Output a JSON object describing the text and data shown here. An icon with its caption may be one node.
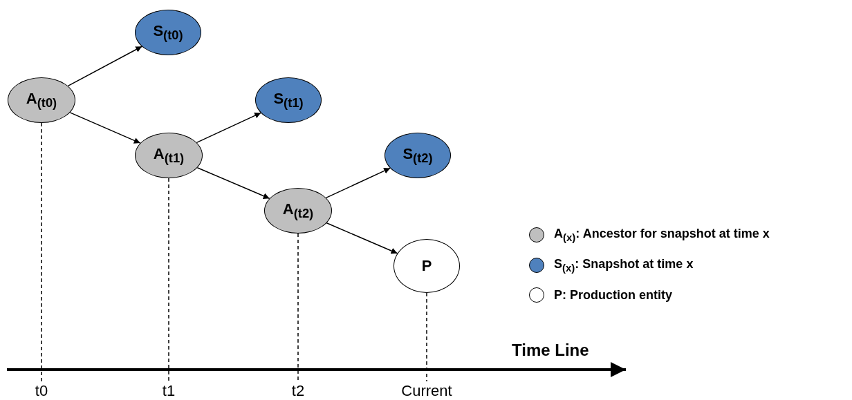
{
  "diagram": {
    "nodes": [
      {
        "text": [
          "A$_{(t0)}$"
        ]
      },
      {
        "text": [
          "S$_{(t0)}$"
        ]
      },
      {
        "text": [
          "A$_{(t1)}$"
        ]
      },
      {
        "text": [
          "S$_{(t1)}$"
        ]
      },
      {
        "text": [
          "A$_{(t2)}$"
        ]
      },
      {
        "text": [
          "S$_{(t2)}$"
        ]
      },
      {
        "text": [
          "P"
        ]
      },
      {
        "text": [
          "t0"
        ]
      },
      {
        "text": [
          "t1"
        ]
      },
      {
        "text": [
          "t2"
        ]
      },
      {
        "text": [
          "Current"
        ]
      }
    ],
    "edges": [
      {
        "from": 0,
        "to": 1,
        "arrow": "to"
      },
      {
        "from": 0,
        "to": 2,
        "arrow": "to"
      },
      {
        "from": 2,
        "to": 3,
        "arrow": "to"
      },
      {
        "from": 2,
        "to": 4,
        "arrow": "to"
      },
      {
        "from": 4,
        "to": 5,
        "arrow": "to"
      },
      {
        "from": 4,
        "to": 6,
        "arrow": "to"
      },
      {
        "from": 0,
        "to": 7,
        "arrow": "none",
        "style": "dashed"
      },
      {
        "from": 2,
        "to": 8,
        "arrow": "none",
        "style": "dashed"
      },
      {
        "from": 4,
        "to": 9,
        "arrow": "none",
        "style": "dashed"
      },
      {
        "from": 6,
        "to": 10,
        "arrow": "none",
        "style": "dashed"
      }
    ],
    "labels": [
      "Time Line"
    ],
    "legend": [
      {
        "text": "A$_{(x)}$: Ancestor for snapshot at time x",
        "color": "#bfbfbf"
      },
      {
        "text": "S$_{(x)}$: Snapshot at time x",
        "color": "#4f81bd"
      },
      {
        "text": "P: Production entity",
        "color": "#ffffff"
      }
    ]
  }
}
